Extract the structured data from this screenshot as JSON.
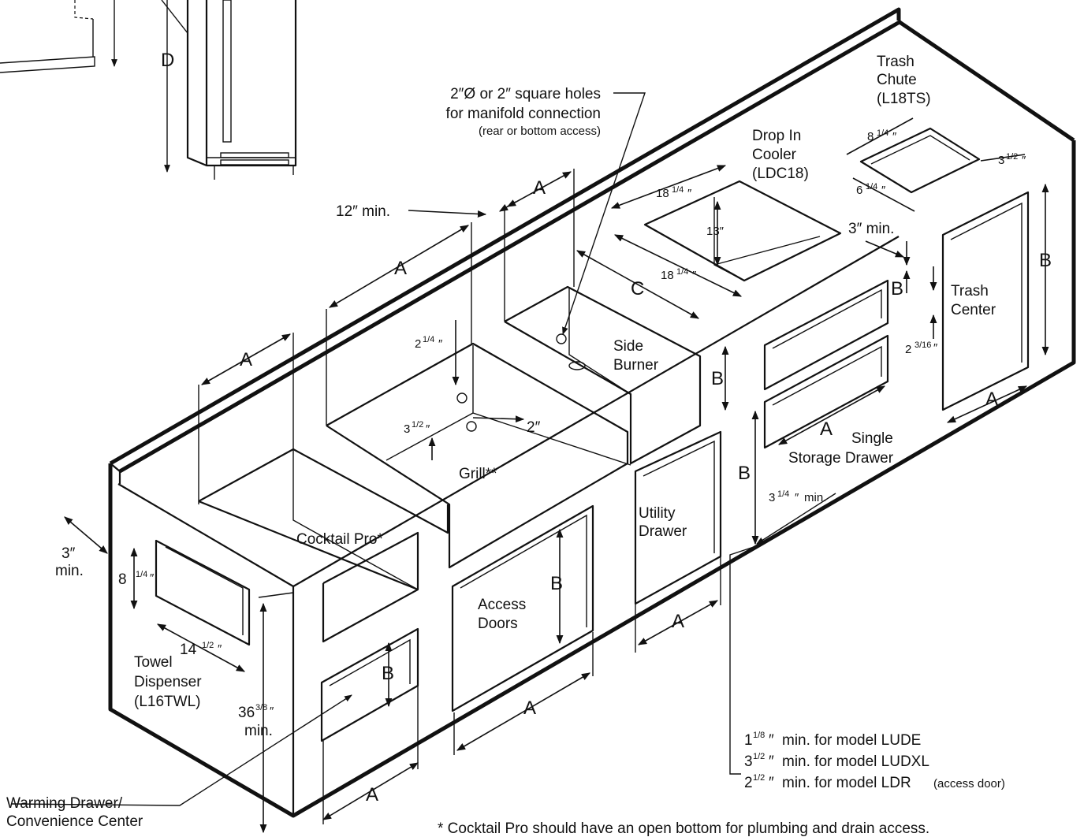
{
  "labels": {
    "trash_chute": [
      "Trash",
      "Chute",
      "(L18TS)"
    ],
    "manifold_note": [
      "2″Ø or 2″ square holes",
      "for manifold connection",
      "(rear or bottom access)"
    ],
    "drop_in_cooler": [
      "Drop In",
      "Cooler",
      "(LDC18)"
    ],
    "twelve_min": "12″ min.",
    "three_min_right": "3″ min.",
    "trash_center": [
      "Trash",
      "Center"
    ],
    "side_burner": [
      "Side",
      "Burner"
    ],
    "grill": "Grill**",
    "single_storage_drawer": [
      "Single",
      "Storage Drawer"
    ],
    "utility_drawer": [
      "Utility",
      "Drawer"
    ],
    "cocktail_pro": "Cocktail Pro*",
    "three_min_left": [
      "3″",
      "min."
    ],
    "towel_dispenser": [
      "Towel",
      "Dispenser",
      "(L16TWL)"
    ],
    "access_doors": [
      "Access",
      "Doors"
    ],
    "height_min": "min.",
    "warming_drawer": [
      "Warming Drawer/",
      "Convenience Center"
    ],
    "min_lude": "min. for model LUDE",
    "min_ludxl": "min. for model LUDXL",
    "min_ldr": "min. for model LDR",
    "access_door_note": "(access door)",
    "footnote": "* Cocktail Pro should have an open bottom for plumbing and drain access.",
    "letter_a": "A",
    "letter_b": "B",
    "letter_c": "C",
    "letter_d": "D"
  },
  "dimensions": {
    "trash_chute_width": {
      "whole": "8",
      "frac": "1/4",
      "unit": "″"
    },
    "trash_chute_depth": {
      "whole": "6",
      "frac": "1/4",
      "unit": "″"
    },
    "trash_chute_margin": {
      "whole": "3",
      "frac": "1/2",
      "unit": "″"
    },
    "cooler_width": {
      "whole": "18",
      "frac": "1/4",
      "unit": "″"
    },
    "cooler_depth": {
      "whole": "18",
      "frac": "1/4",
      "unit": "″"
    },
    "cooler_height": "13″",
    "grill_rear_offset": {
      "whole": "2",
      "frac": "1/4",
      "unit": "″"
    },
    "grill_hole_offset": {
      "whole": "3",
      "frac": "1/2",
      "unit": "″"
    },
    "grill_hole_spacing": "2″",
    "trash_center_gap": {
      "whole": "2",
      "frac": "3/16",
      "unit": "″"
    },
    "drawer_gap": {
      "whole": "3",
      "frac": "1/4",
      "unit": "″",
      "suffix": "min."
    },
    "towel_height": {
      "whole": "8",
      "frac": "1/4",
      "unit": "″"
    },
    "towel_width": {
      "whole": "14",
      "frac": "1/2",
      "unit": "″"
    },
    "counter_height": {
      "whole": "36",
      "frac": "3/8",
      "unit": "″"
    },
    "lude": {
      "whole": "1",
      "frac": "1/8",
      "unit": "″"
    },
    "ludxl": {
      "whole": "3",
      "frac": "1/2",
      "unit": "″"
    },
    "ldr": {
      "whole": "2",
      "frac": "1/2",
      "unit": "″"
    }
  }
}
